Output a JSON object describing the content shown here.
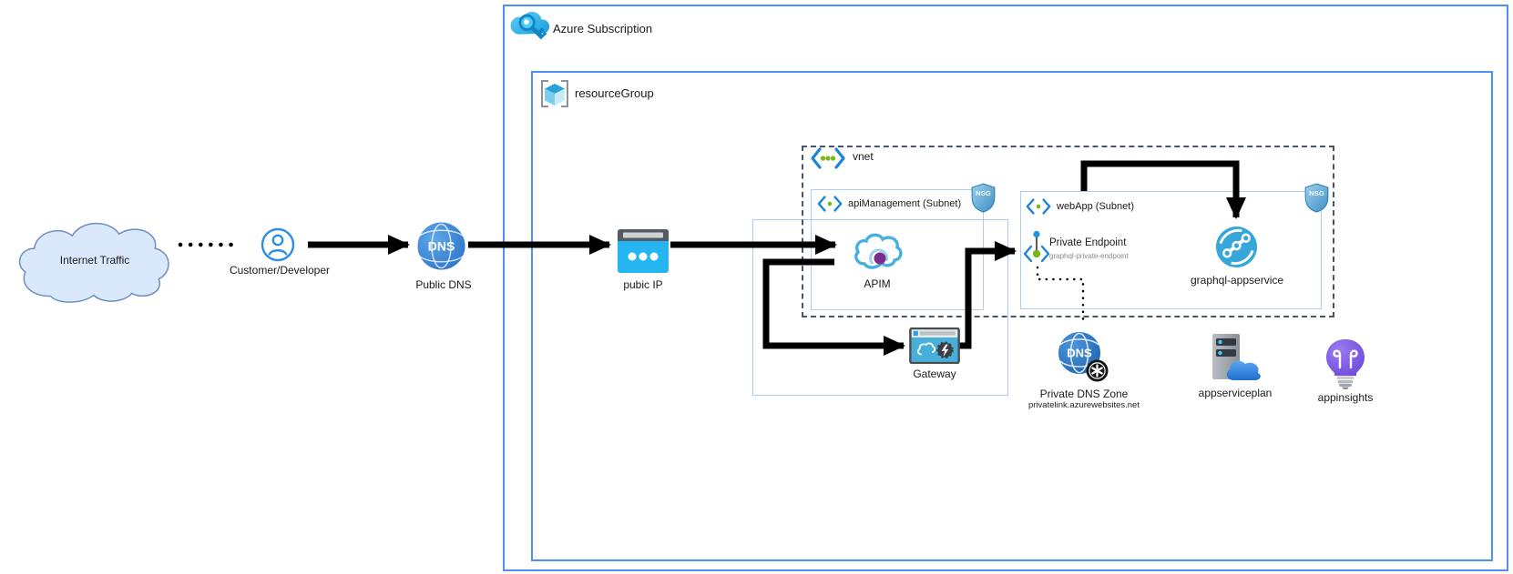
{
  "containers": {
    "subscription": {
      "label": "Azure Subscription"
    },
    "resource_group": {
      "label": "resourceGroup"
    },
    "vnet": {
      "label": "vnet"
    },
    "apim_subnet": {
      "label": "apiManagement (Subnet)",
      "badge": "NSG"
    },
    "webapp_subnet": {
      "label": "webApp (Subnet)",
      "badge": "NSG"
    }
  },
  "nodes": {
    "internet_traffic": {
      "label": "Internet Traffic"
    },
    "customer": {
      "label": "Customer/Developer"
    },
    "public_dns": {
      "label": "Public DNS",
      "icon_text": "DNS"
    },
    "public_ip": {
      "label": "pubic IP"
    },
    "apim": {
      "label": "APIM"
    },
    "gateway": {
      "label": "Gateway"
    },
    "private_endpoint": {
      "label": "Private Endpoint",
      "sublabel": "graphql-private-endpoint"
    },
    "graphql_appservice": {
      "label": "graphql-appservice"
    },
    "private_dns_zone": {
      "label": "Private DNS Zone",
      "sublabel": "privatelink.azurewebsites.net",
      "icon_text": "DNS"
    },
    "appserviceplan": {
      "label": "appserviceplan"
    },
    "appinsights": {
      "label": "appinsights"
    }
  },
  "edges": [
    {
      "from": "internet_traffic",
      "to": "customer",
      "style": "dotted"
    },
    {
      "from": "customer",
      "to": "public_dns",
      "style": "arrow"
    },
    {
      "from": "public_dns",
      "to": "public_ip",
      "style": "arrow"
    },
    {
      "from": "public_ip",
      "to": "apim",
      "style": "arrow"
    },
    {
      "from": "apim",
      "to": "gateway",
      "style": "arrow"
    },
    {
      "from": "gateway",
      "to": "private_endpoint",
      "style": "arrow"
    },
    {
      "from": "webapp_subnet",
      "to": "graphql_appservice",
      "style": "arrow"
    },
    {
      "from": "private_endpoint",
      "to": "private_dns_zone",
      "style": "dotted"
    }
  ],
  "colors": {
    "container_border": "#4d8ff2",
    "subnet_border": "#aacdf0",
    "vnet_border": "#4a5568",
    "arrow": "#000000",
    "cloud_fill": "#dae8fc",
    "cloud_stroke": "#6c8ebf",
    "azure_blue": "#1b85d8",
    "green_dot": "#7ab51a",
    "cyan": "#29b6f2",
    "purple_dot": "#7c2b8b"
  }
}
